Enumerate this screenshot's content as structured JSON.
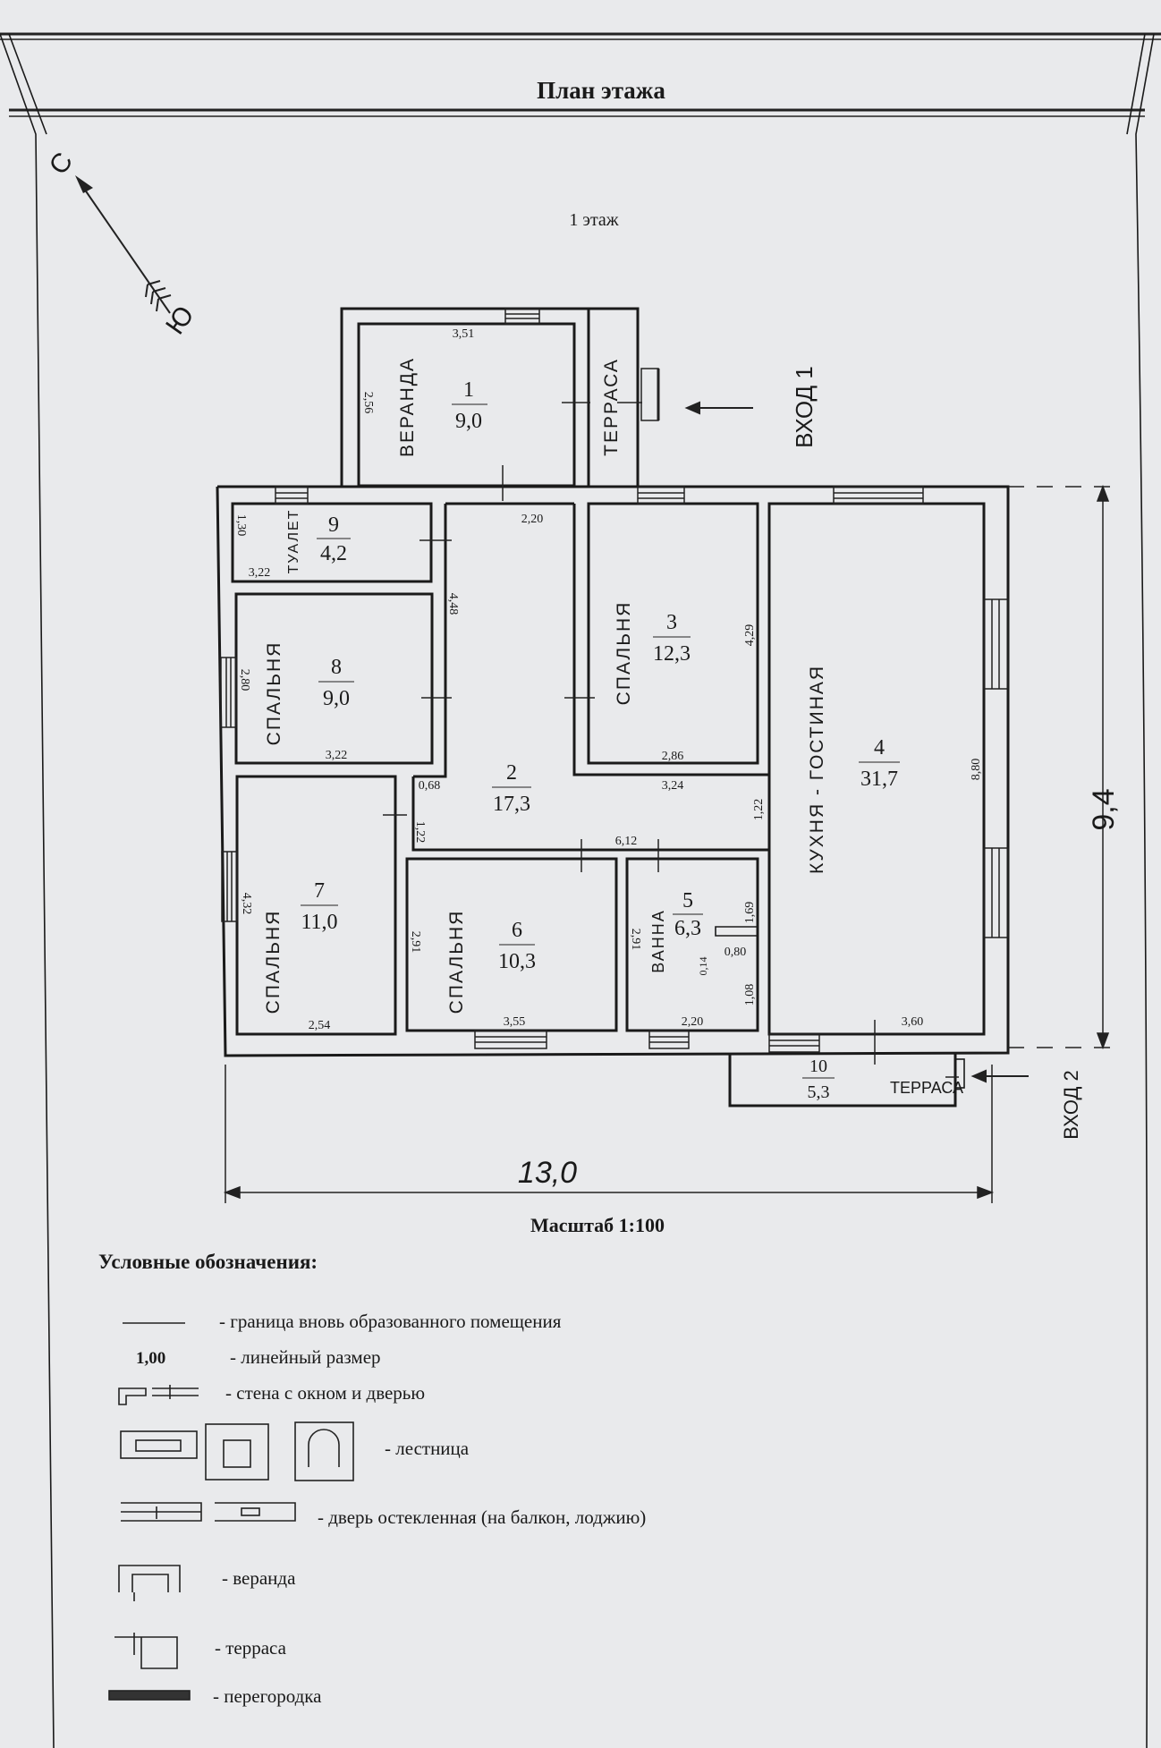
{
  "header": {
    "title": "План этажа",
    "floor": "1 этаж"
  },
  "compass": {
    "north": "С",
    "south": "Ю"
  },
  "rooms": [
    {
      "number": "1",
      "area": "9,0",
      "name": "ВЕРАНДА",
      "dims": [
        "3,51",
        "2,56",
        "2,20"
      ]
    },
    {
      "number": "2",
      "area": "17,3",
      "name": "",
      "dims": [
        "4,48",
        "0,68",
        "1,22",
        "6,12",
        "1,22",
        "3,24"
      ]
    },
    {
      "number": "3",
      "area": "12,3",
      "name": "СПАЛЬНЯ",
      "dims": [
        "4,29",
        "2,86"
      ]
    },
    {
      "number": "4",
      "area": "31,7",
      "name": "КУХНЯ  -  ГОСТИНАЯ",
      "dims": [
        "8,80",
        "3,60"
      ]
    },
    {
      "number": "5",
      "area": "6,3",
      "name": "ВАННА",
      "dims": [
        "2,91",
        "1,69",
        "0,14",
        "0,80",
        "1,08",
        "2,20"
      ]
    },
    {
      "number": "6",
      "area": "10,3",
      "name": "СПАЛЬНЯ",
      "dims": [
        "2,91",
        "3,55"
      ]
    },
    {
      "number": "7",
      "area": "11,0",
      "name": "СПАЛЬНЯ",
      "dims": [
        "4,32",
        "2,54"
      ]
    },
    {
      "number": "8",
      "area": "9,0",
      "name": "СПАЛЬНЯ",
      "dims": [
        "2,80",
        "3,22"
      ]
    },
    {
      "number": "9",
      "area": "4,2",
      "name": "ТУАЛЕТ",
      "dims": [
        "1,30",
        "3,22"
      ]
    },
    {
      "number": "10",
      "area": "5,3",
      "name": "ТЕРРАСА",
      "dims": []
    }
  ],
  "terrace_top": "ТЕРРАСА",
  "entrances": [
    "ВХОД 1",
    "ВХОД 2"
  ],
  "overall": {
    "width": "13,0",
    "depth": "9,4"
  },
  "scale": "Масштаб 1:100",
  "legend": {
    "title": "Условные обозначения:",
    "items": [
      "- граница вновь образованного помещения",
      "- линейный размер",
      "- стена с окном и дверью",
      "- лестница",
      "- дверь остекленная (на балкон, лоджию)",
      "- веранда",
      "- терраса",
      "- перегородка"
    ],
    "sample_dimension": "1,00"
  }
}
